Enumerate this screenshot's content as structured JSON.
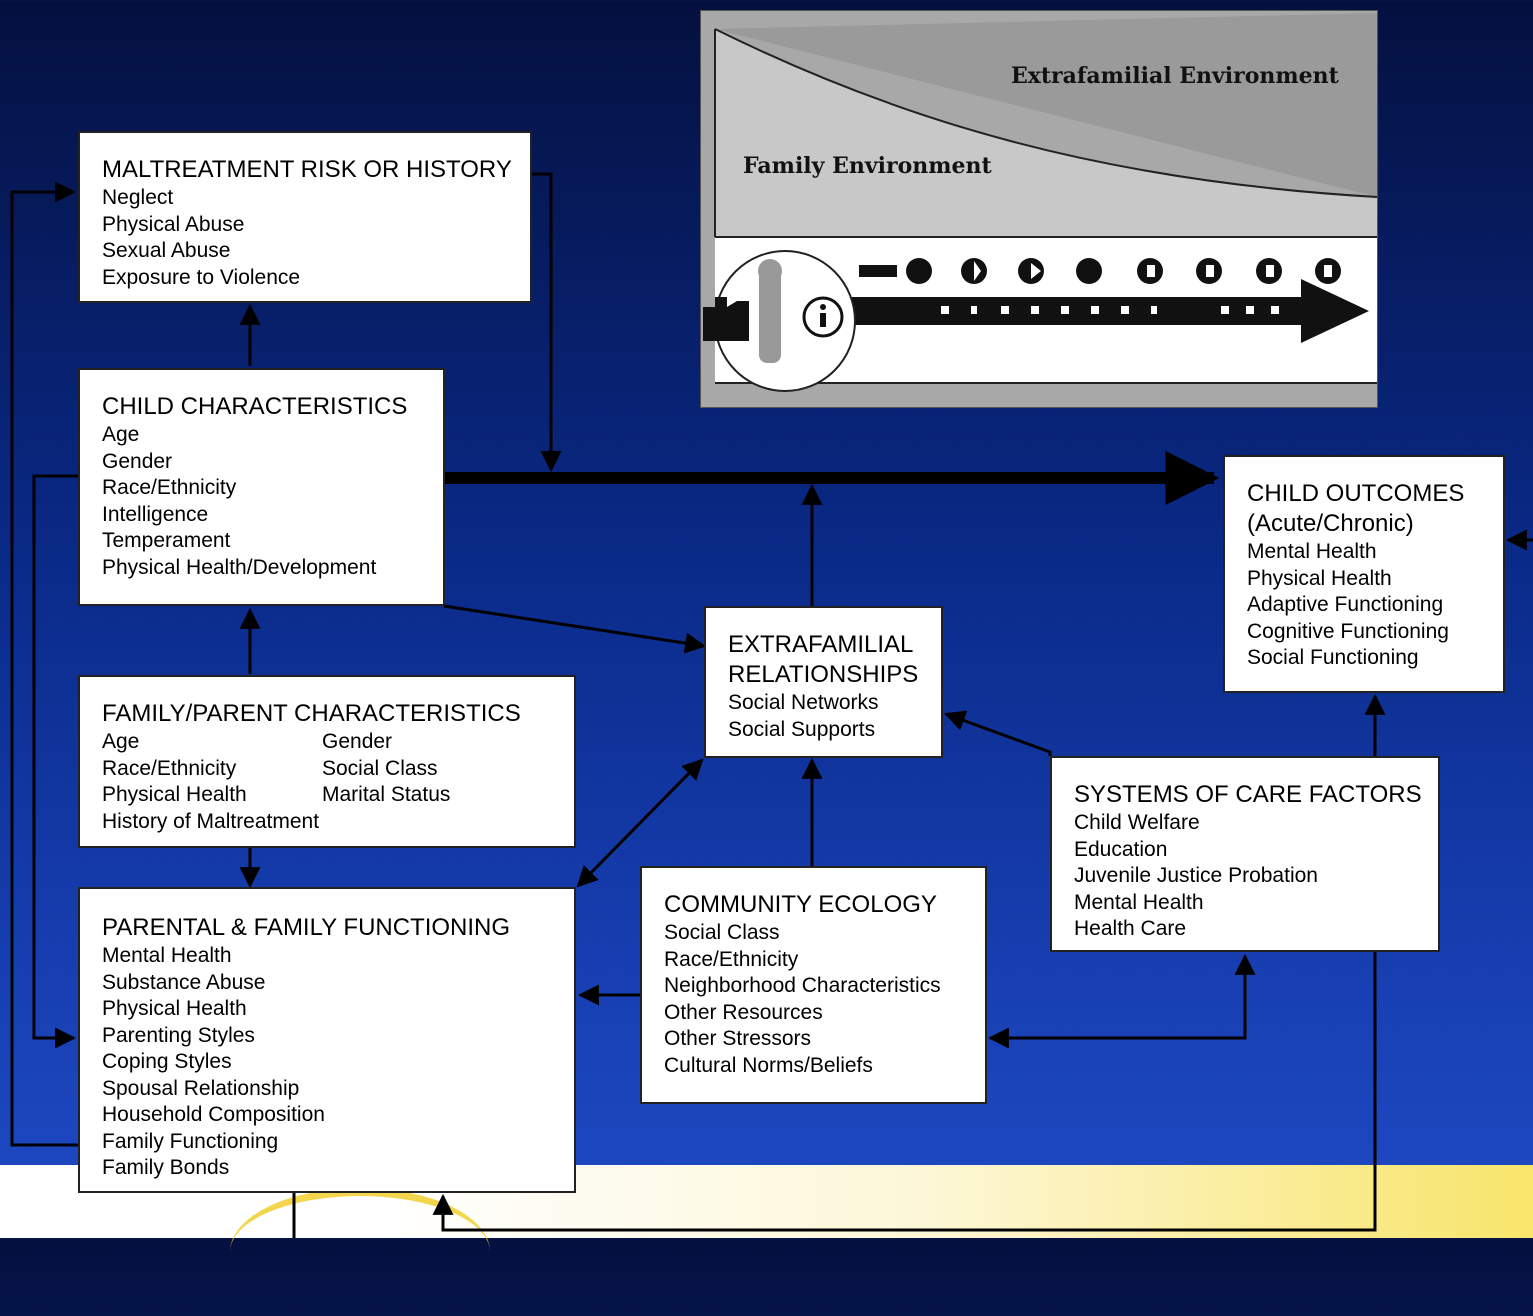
{
  "inset": {
    "extrafamilial_label": "Extrafamilial Environment",
    "family_label": "Family Environment"
  },
  "boxes": {
    "maltreatment": {
      "title": "MALTREATMENT RISK OR HISTORY",
      "items": [
        "Neglect",
        "Physical Abuse",
        "Sexual Abuse",
        "Exposure to Violence"
      ]
    },
    "child_characteristics": {
      "title": "CHILD CHARACTERISTICS",
      "items": [
        "Age",
        "Gender",
        "Race/Ethnicity",
        "Intelligence",
        "Temperament",
        "Physical Health/Development"
      ]
    },
    "family_parent": {
      "title": "FAMILY/PARENT CHARACTERISTICS",
      "items": [
        "Age",
        "Gender",
        "Race/Ethnicity",
        "Social Class",
        "Physical Health",
        "Marital Status"
      ],
      "last_item": "History of Maltreatment"
    },
    "parental_family": {
      "title": "PARENTAL & FAMILY FUNCTIONING",
      "items": [
        "Mental Health",
        "Substance Abuse",
        "Physical Health",
        "Parenting Styles",
        "Coping Styles",
        "Spousal Relationship",
        "Household Composition",
        "Family Functioning",
        "Family Bonds"
      ]
    },
    "extrafamilial": {
      "title": "EXTRAFAMILIAL\nRELATIONSHIPS",
      "items": [
        "Social Networks",
        "Social Supports"
      ]
    },
    "community": {
      "title": "COMMUNITY ECOLOGY",
      "items": [
        "Social Class",
        "Race/Ethnicity",
        "Neighborhood Characteristics",
        "Other Resources",
        "Other Stressors",
        "Cultural Norms/Beliefs"
      ]
    },
    "systems": {
      "title": "SYSTEMS OF CARE FACTORS",
      "items": [
        "Child Welfare",
        "Education",
        "Juvenile Justice Probation",
        "Mental Health",
        "Health Care"
      ]
    },
    "outcomes": {
      "title": "CHILD OUTCOMES\n(Acute/Chronic)",
      "items": [
        "Mental Health",
        "Physical Health",
        "Adaptive Functioning",
        "Cognitive Functioning",
        "Social Functioning"
      ]
    }
  }
}
